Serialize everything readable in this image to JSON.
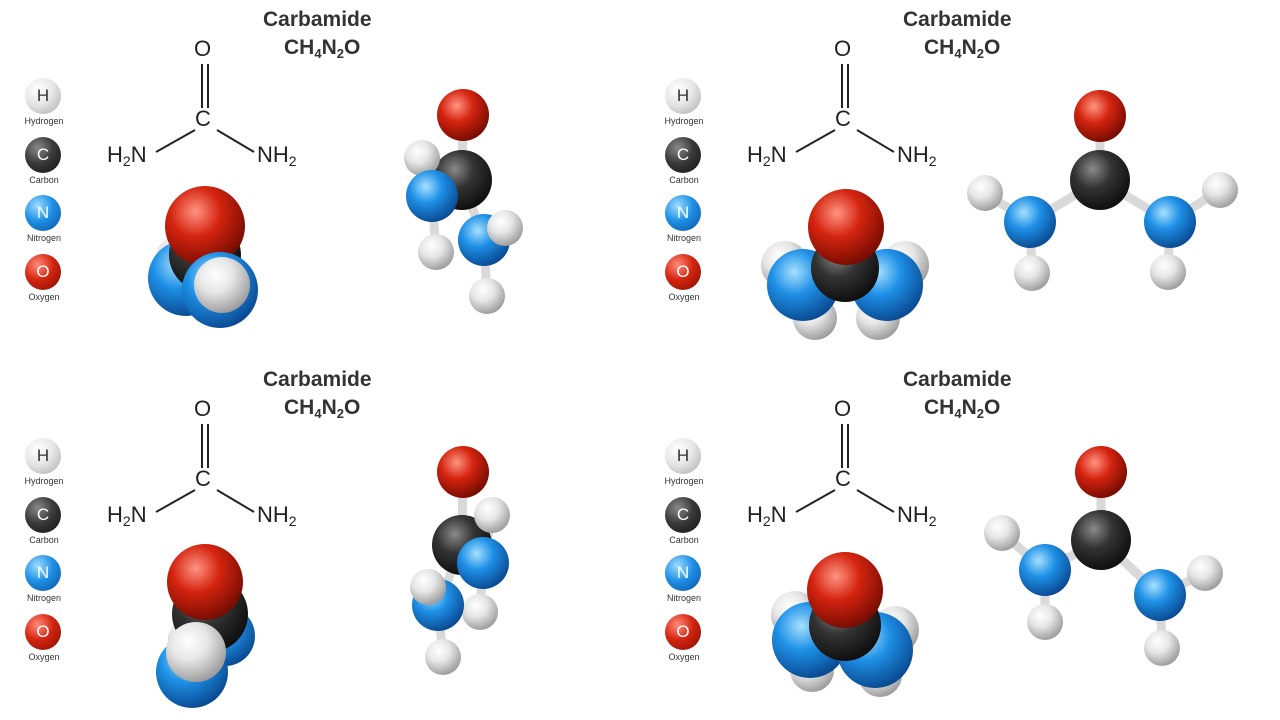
{
  "panels": [
    {
      "title": "Carbamide",
      "formula": {
        "pre": "CH",
        "sub1": "4",
        "mid": "N",
        "sub2": "2",
        "post": "O"
      },
      "structure": {
        "oxygen": "O",
        "carbon": "C",
        "left_group": "H",
        "left_sub": "2",
        "left_n": "N",
        "right_group": "NH",
        "right_sub": "2"
      },
      "legend": [
        {
          "symbol": "H",
          "name": "Hydrogen"
        },
        {
          "symbol": "C",
          "name": "Carbon"
        },
        {
          "symbol": "N",
          "name": "Nitrogen"
        },
        {
          "symbol": "O",
          "name": "Oxygen"
        }
      ]
    },
    {
      "title": "Carbamide",
      "formula": {
        "pre": "CH",
        "sub1": "4",
        "mid": "N",
        "sub2": "2",
        "post": "O"
      },
      "structure": {
        "oxygen": "O",
        "carbon": "C",
        "left_group": "H",
        "left_sub": "2",
        "left_n": "N",
        "right_group": "NH",
        "right_sub": "2"
      },
      "legend": [
        {
          "symbol": "H",
          "name": "Hydrogen"
        },
        {
          "symbol": "C",
          "name": "Carbon"
        },
        {
          "symbol": "N",
          "name": "Nitrogen"
        },
        {
          "symbol": "O",
          "name": "Oxygen"
        }
      ]
    },
    {
      "title": "Carbamide",
      "formula": {
        "pre": "CH",
        "sub1": "4",
        "mid": "N",
        "sub2": "2",
        "post": "O"
      },
      "structure": {
        "oxygen": "O",
        "carbon": "C",
        "left_group": "H",
        "left_sub": "2",
        "left_n": "N",
        "right_group": "NH",
        "right_sub": "2"
      },
      "legend": [
        {
          "symbol": "H",
          "name": "Hydrogen"
        },
        {
          "symbol": "C",
          "name": "Carbon"
        },
        {
          "symbol": "N",
          "name": "Nitrogen"
        },
        {
          "symbol": "O",
          "name": "Oxygen"
        }
      ]
    },
    {
      "title": "Carbamide",
      "formula": {
        "pre": "CH",
        "sub1": "4",
        "mid": "N",
        "sub2": "2",
        "post": "O"
      },
      "structure": {
        "oxygen": "O",
        "carbon": "C",
        "left_group": "H",
        "left_sub": "2",
        "left_n": "N",
        "right_group": "NH",
        "right_sub": "2"
      },
      "legend": [
        {
          "symbol": "H",
          "name": "Hydrogen"
        },
        {
          "symbol": "C",
          "name": "Carbon"
        },
        {
          "symbol": "N",
          "name": "Nitrogen"
        },
        {
          "symbol": "O",
          "name": "Oxygen"
        }
      ]
    }
  ],
  "colors": {
    "hydrogen": "#e6e6e6",
    "carbon": "#333333",
    "nitrogen": "#1e90e6",
    "oxygen": "#d4240f",
    "bond": "#d9d9d9"
  }
}
